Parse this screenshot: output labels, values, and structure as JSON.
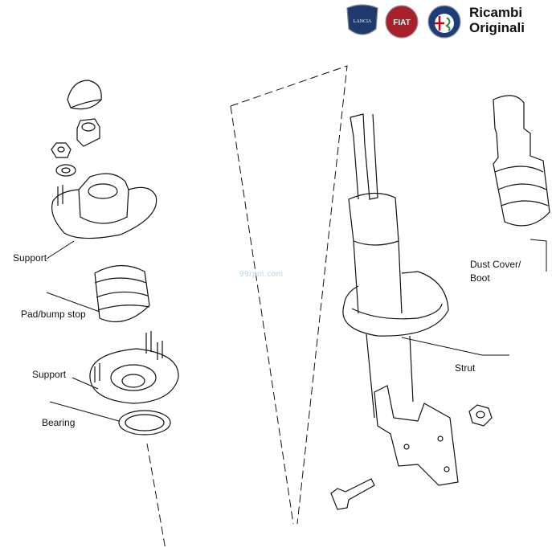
{
  "brand": {
    "line1": "Ricambi",
    "line2": "Originali",
    "logos": [
      "LANCIA",
      "FIAT",
      "ALFA ROMEO"
    ]
  },
  "watermark": "99rpm.com",
  "labels": {
    "support_top": "Support",
    "pad_bump_stop": "Pad/bump stop",
    "support_bottom": "Support",
    "bearing": "Bearing",
    "dust_cover_line1": "Dust Cover/",
    "dust_cover_line2": "Boot",
    "strut": "Strut"
  },
  "colors": {
    "lancia": "#1f3a6e",
    "fiat": "#a8202a",
    "alfa": "#1c3c7a",
    "line": "#111111"
  }
}
